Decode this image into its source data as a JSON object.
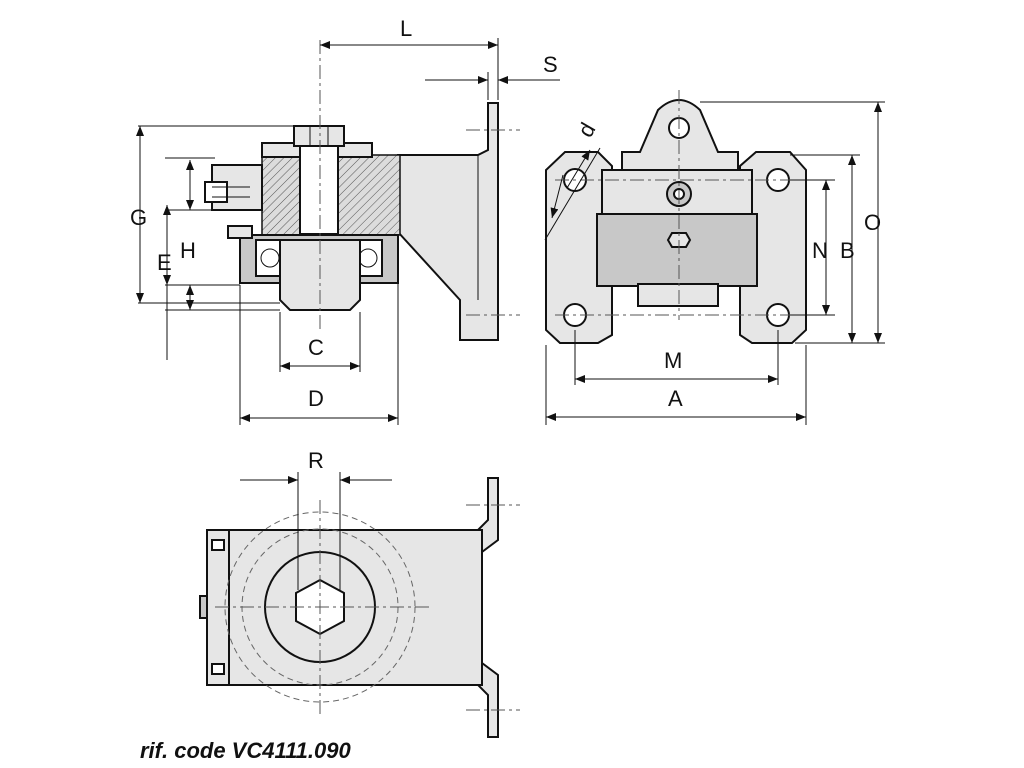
{
  "dimension_labels": {
    "L": "L",
    "S": "S",
    "G": "G",
    "E": "E",
    "H": "H",
    "C": "C",
    "D": "D",
    "d": "d",
    "O": "O",
    "N": "N",
    "B": "B",
    "M": "M",
    "A": "A",
    "R": "R"
  },
  "caption": "rif. code VC4111.090"
}
